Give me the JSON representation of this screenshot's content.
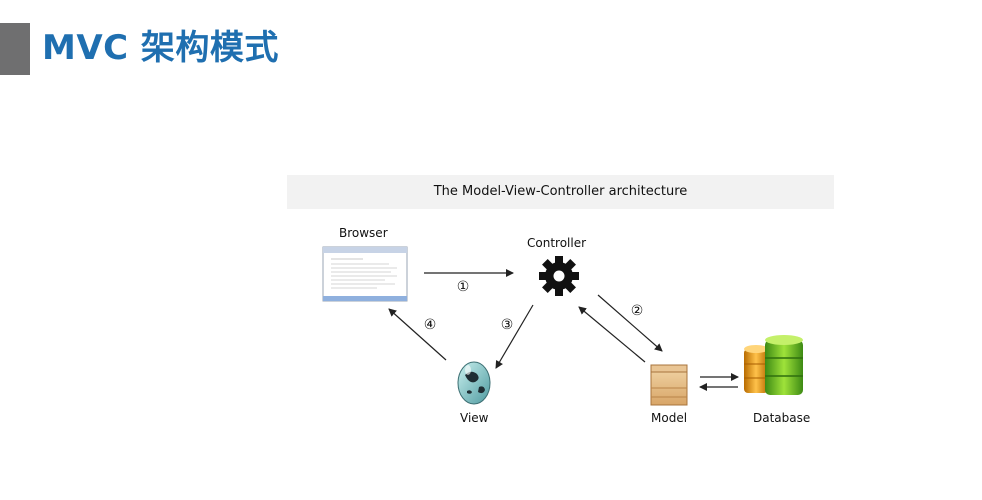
{
  "title": "MVC 架构模式",
  "diagram": {
    "header": "The Model-View-Controller architecture",
    "nodes": {
      "browser": "Browser",
      "controller": "Controller",
      "view": "View",
      "model": "Model",
      "database": "Database"
    },
    "step_labels": [
      "①",
      "②",
      "③",
      "④"
    ]
  }
}
